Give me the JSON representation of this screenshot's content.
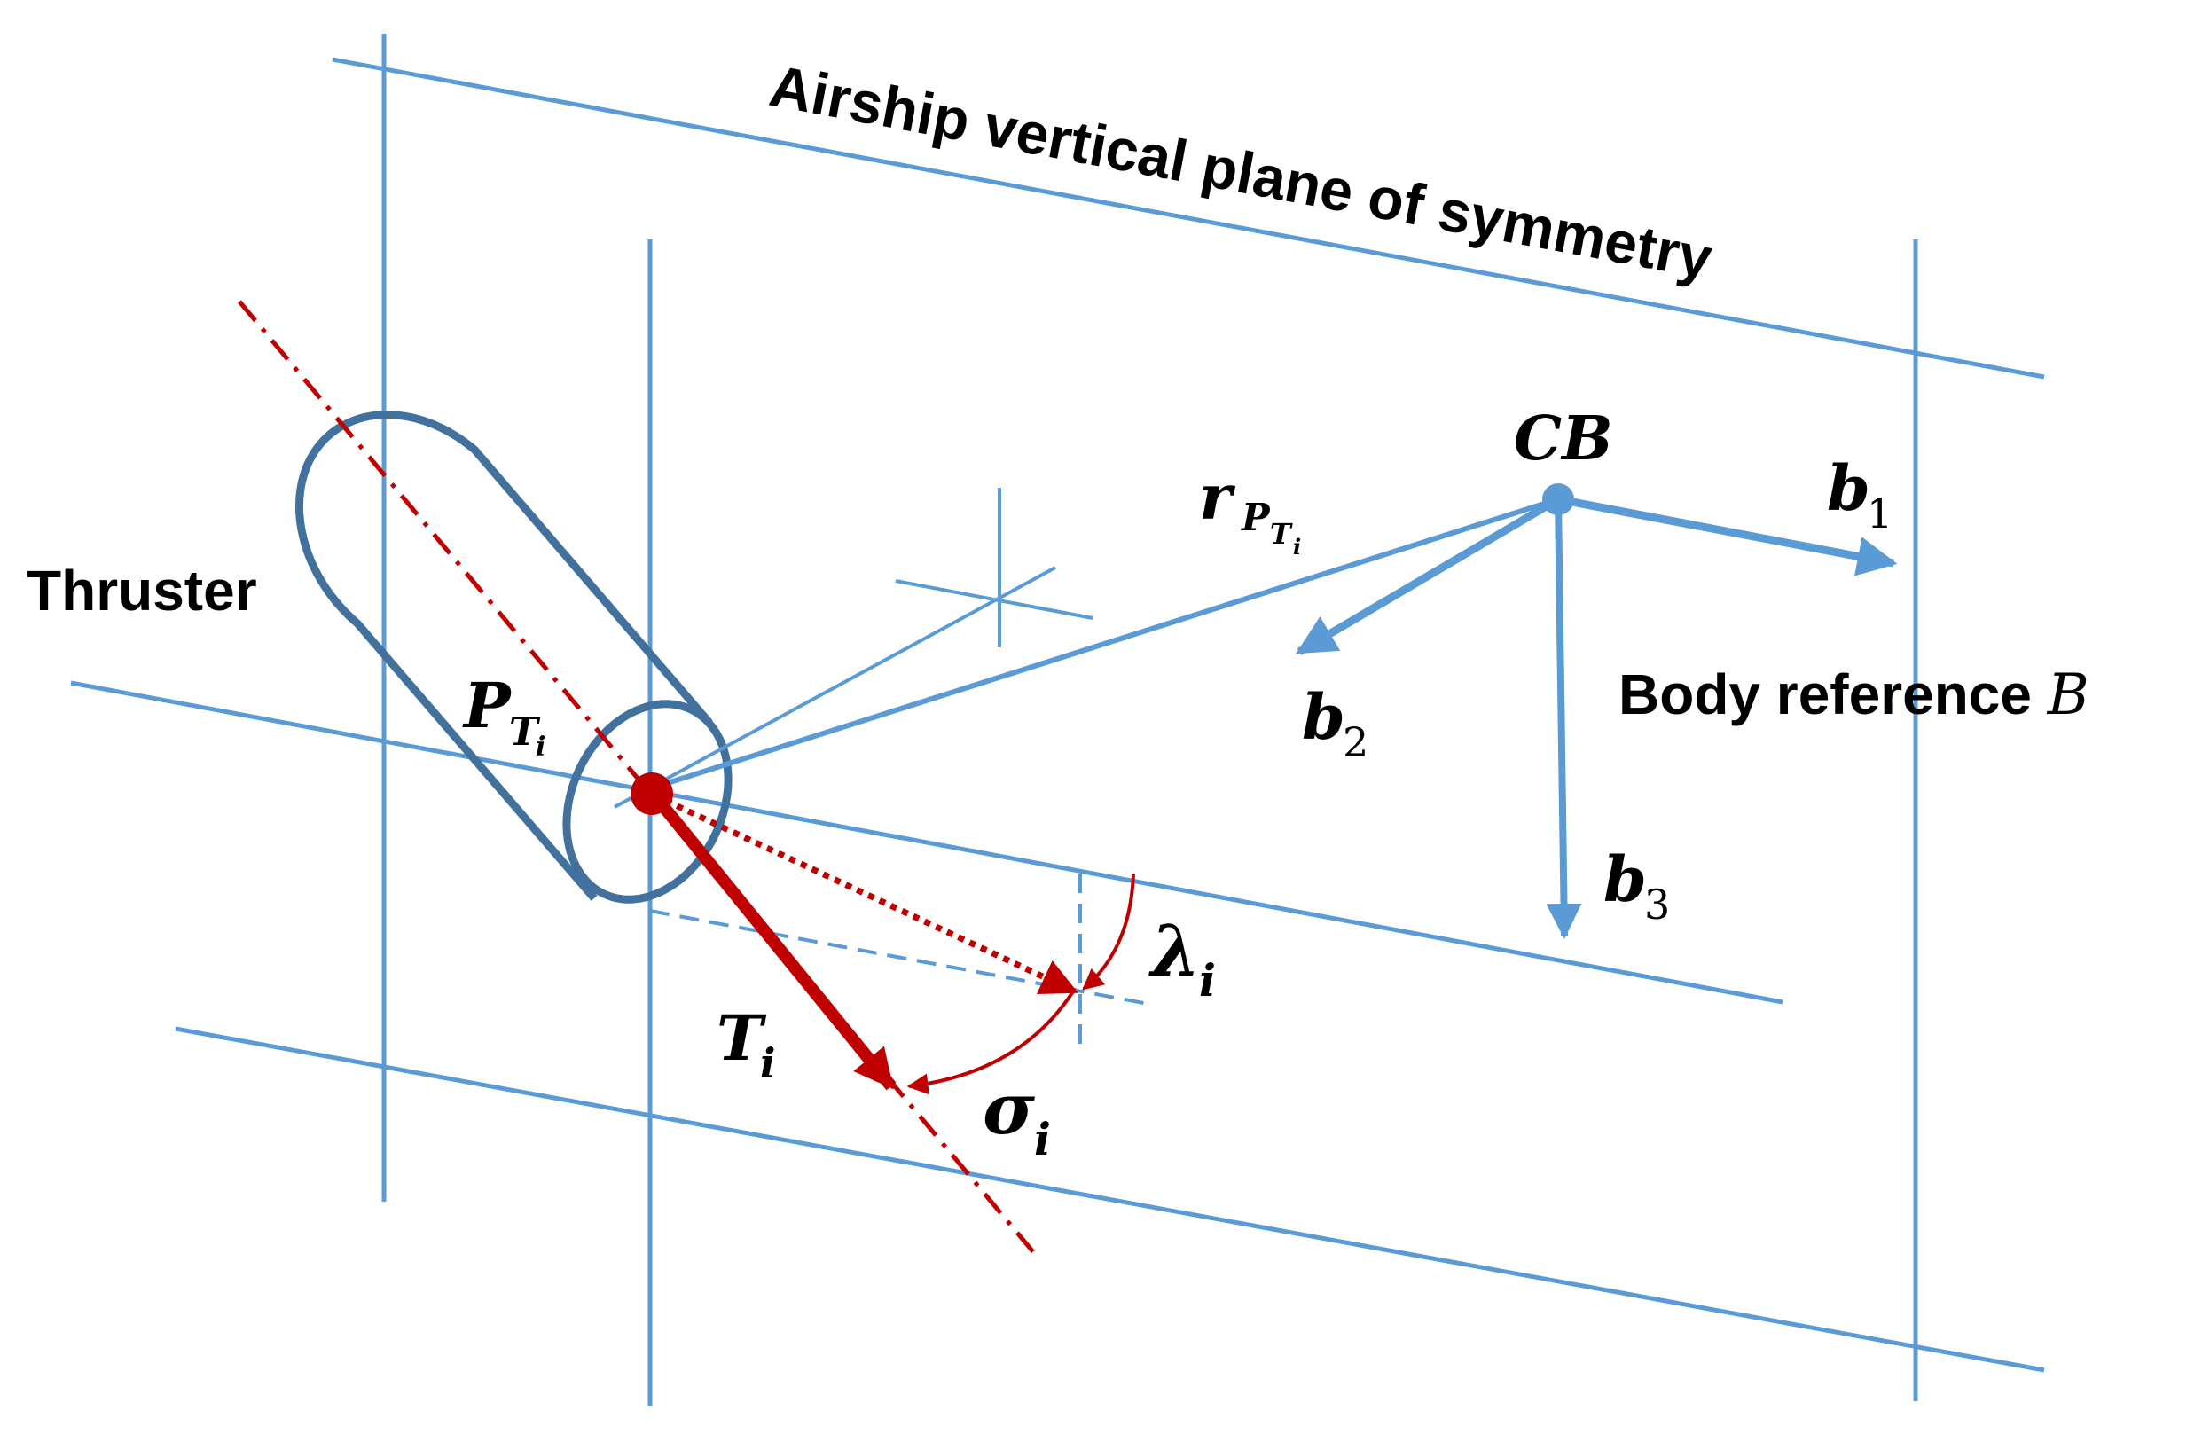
{
  "labels": {
    "plane_title": "Airship vertical plane of symmetry",
    "thruster": "Thruster",
    "center": "CB",
    "body_reference_text": "Body reference ",
    "body_reference_var": "B",
    "point": {
      "main": "P",
      "sub": "T",
      "subsub": "i"
    },
    "position_vector": {
      "main": "r",
      "sub": "P",
      "subsub": "T",
      "subsubsub": "i"
    },
    "thrust": {
      "main": "T",
      "sub": "i"
    },
    "lambda": {
      "main": "λ",
      "sub": "i"
    },
    "sigma": {
      "main": "σ",
      "sub": "i"
    },
    "b1": {
      "main": "b",
      "sub": "1"
    },
    "b2": {
      "main": "b",
      "sub": "2"
    },
    "b3": {
      "main": "b",
      "sub": "3"
    }
  },
  "colors": {
    "plane_lines": "#5b9bd5",
    "thruster_outline": "#41719c",
    "thrust_red": "#c00000",
    "text": "#000000"
  }
}
